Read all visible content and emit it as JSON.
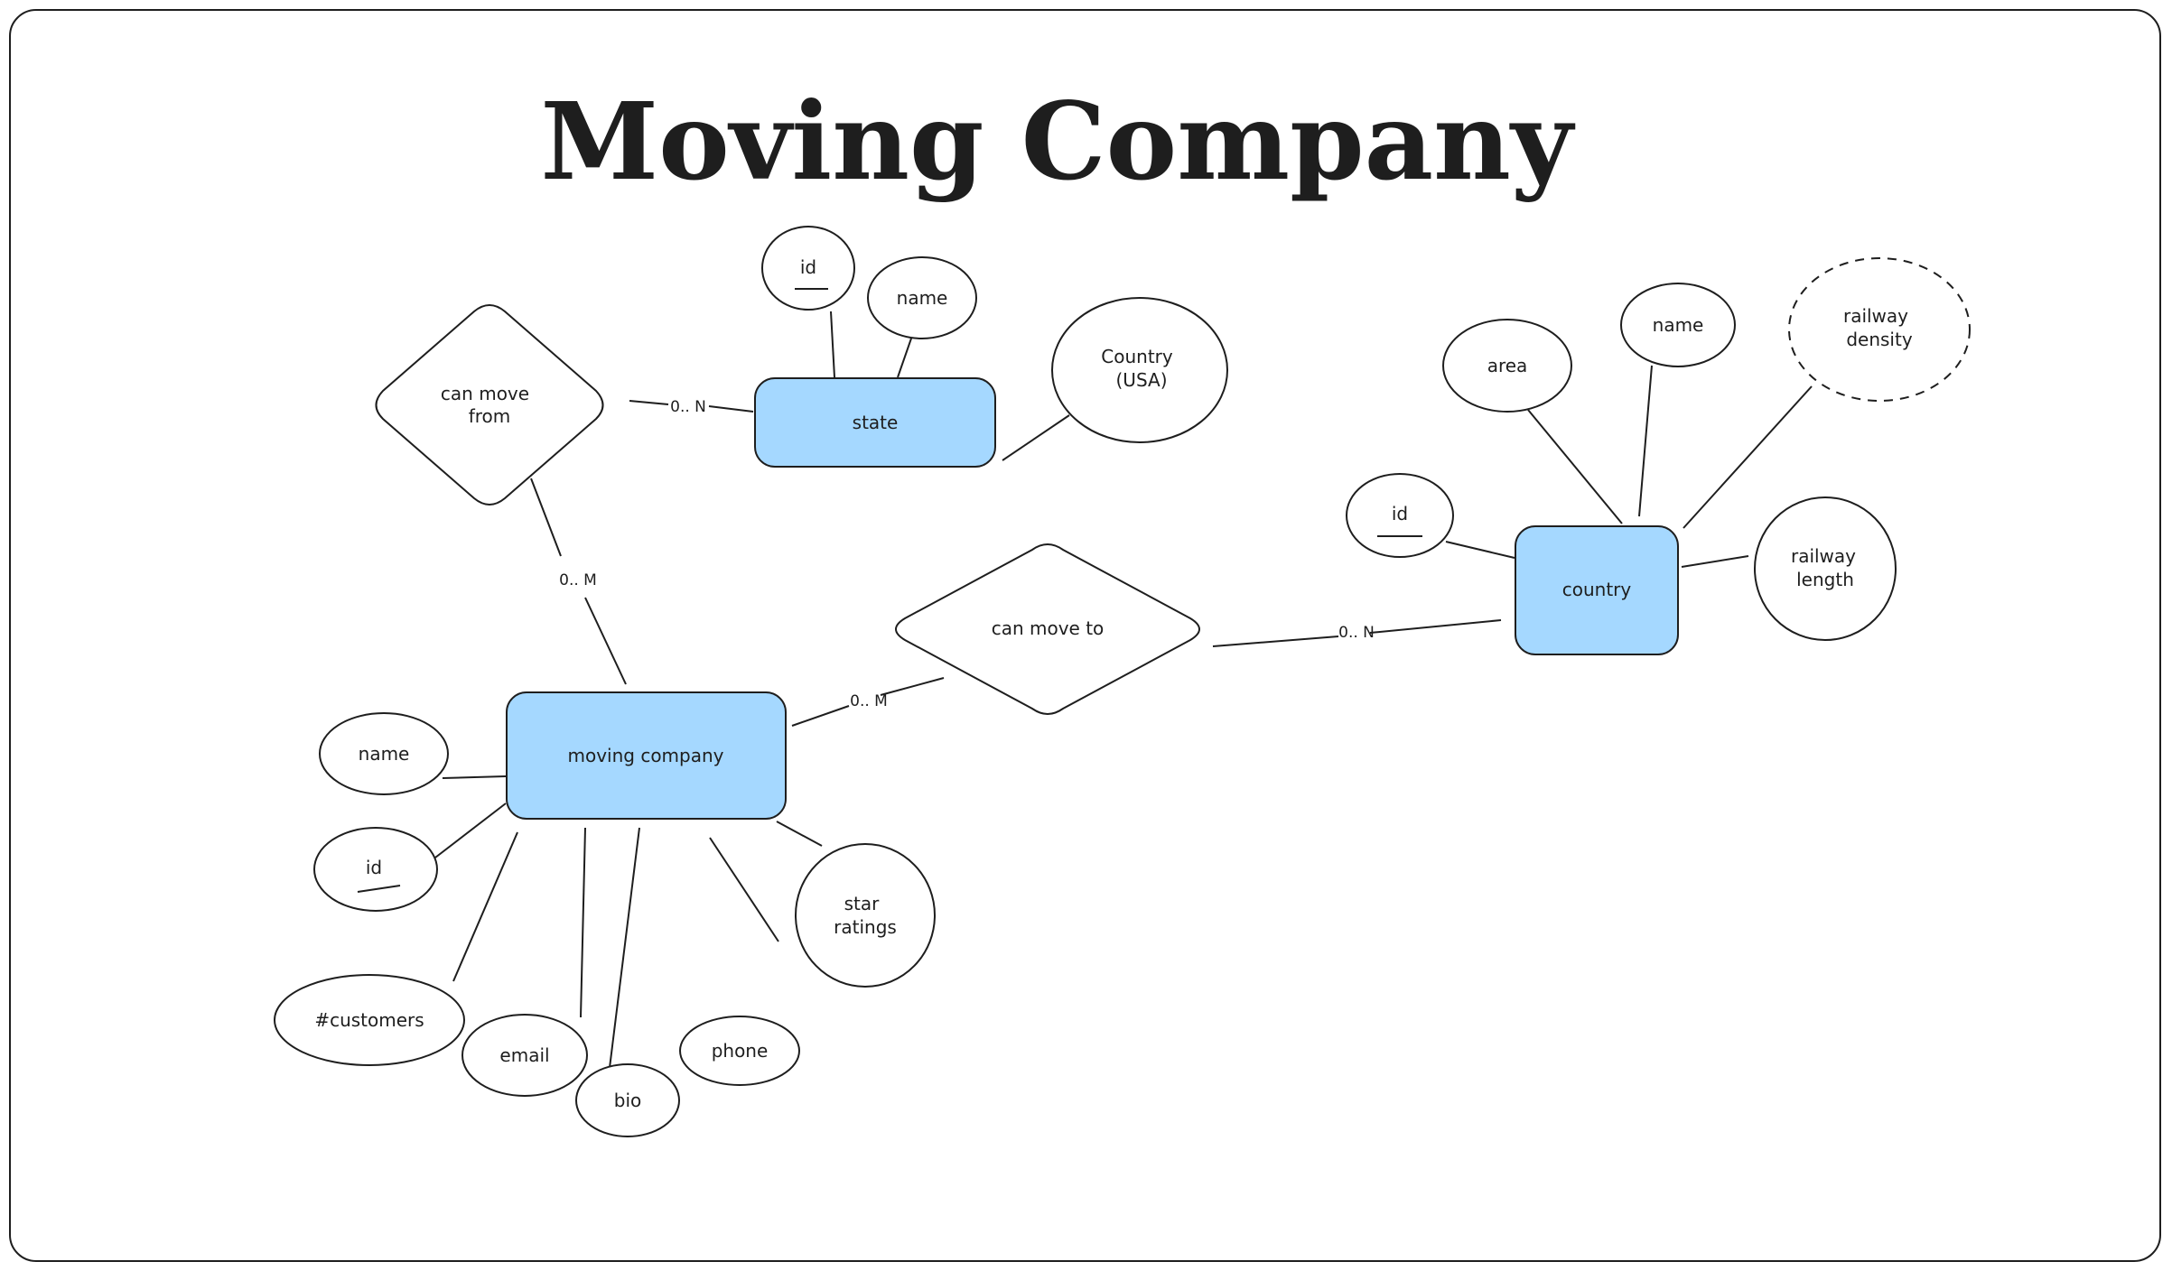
{
  "diagram": {
    "title": "Moving Company",
    "colors": {
      "entity_fill": "#a5d8ff",
      "stroke": "#1e1e1e",
      "background": "#ffffff"
    },
    "entities": {
      "state": "state",
      "country": "country",
      "moving_company": "moving company"
    },
    "relationships": {
      "can_move_from": [
        "can move",
        "from"
      ],
      "can_move_to": [
        "can move to"
      ]
    },
    "attributes": {
      "state_id": "id",
      "state_name": "name",
      "state_country": [
        "Country",
        "(USA)"
      ],
      "country_area": "area",
      "country_name": "name",
      "country_railway_density": [
        "railway",
        "density"
      ],
      "country_id": "id",
      "country_railway_length": [
        "railway",
        "length"
      ],
      "mc_name": "name",
      "mc_id": "id",
      "mc_customers": "#customers",
      "mc_email": "email",
      "mc_bio": "bio",
      "mc_phone": "phone",
      "mc_star_ratings": [
        "star",
        "ratings"
      ]
    },
    "cardinalities": {
      "state_from": "0.. N",
      "mc_from": "0.. M",
      "mc_to": "0.. M",
      "country_to": "0.. N"
    }
  }
}
